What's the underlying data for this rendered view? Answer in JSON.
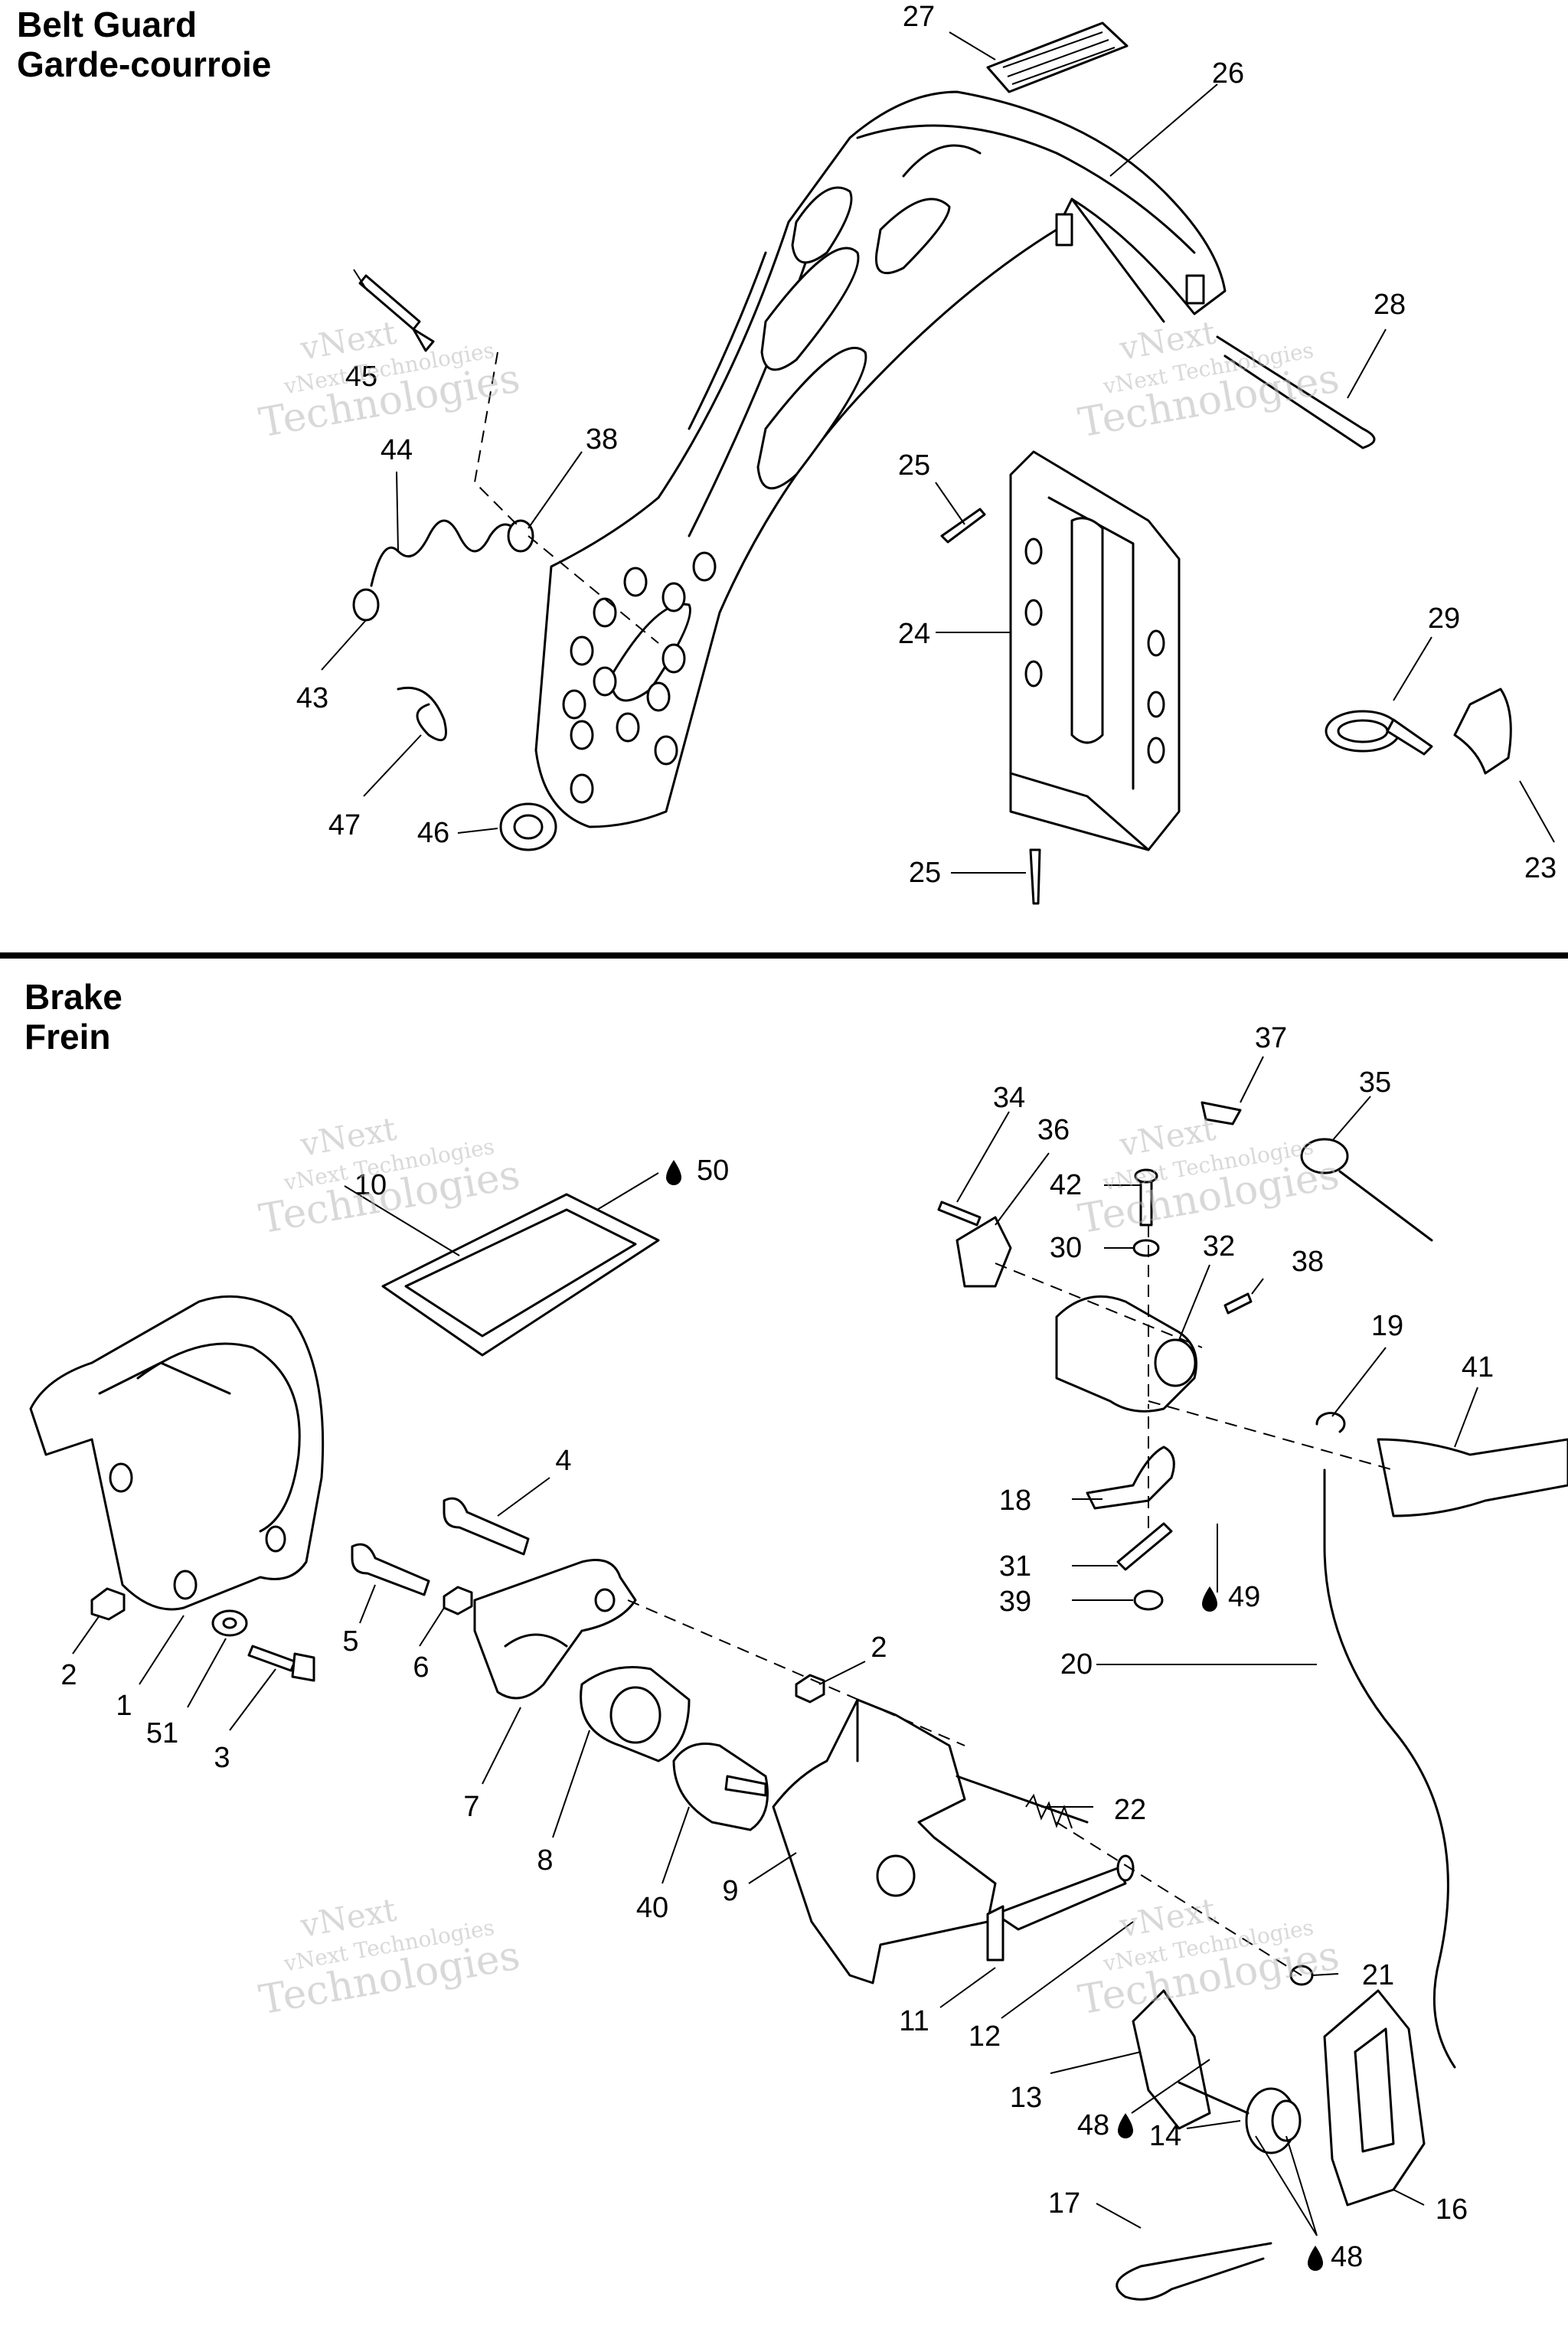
{
  "sections": {
    "belt_guard": {
      "title_en": "Belt Guard",
      "title_fr": "Garde-courroie"
    },
    "brake": {
      "title_en": "Brake",
      "title_fr": "Frein"
    }
  },
  "watermark": {
    "line1": "vNext",
    "line2": "vNext Technologies",
    "line3": "Technologies"
  },
  "belt_guard_labels": [
    "27",
    "26",
    "28",
    "45",
    "44",
    "38",
    "25",
    "24",
    "29",
    "43",
    "47",
    "46",
    "25",
    "23"
  ],
  "brake_labels": [
    "37",
    "34",
    "36",
    "35",
    "42",
    "50",
    "10",
    "30",
    "32",
    "38",
    "19",
    "41",
    "4",
    "18",
    "31",
    "49",
    "39",
    "2",
    "5",
    "6",
    "20",
    "2",
    "1",
    "51",
    "3",
    "7",
    "22",
    "8",
    "40",
    "9",
    "21",
    "11",
    "12",
    "13",
    "48",
    "14",
    "17",
    "16",
    "48"
  ]
}
